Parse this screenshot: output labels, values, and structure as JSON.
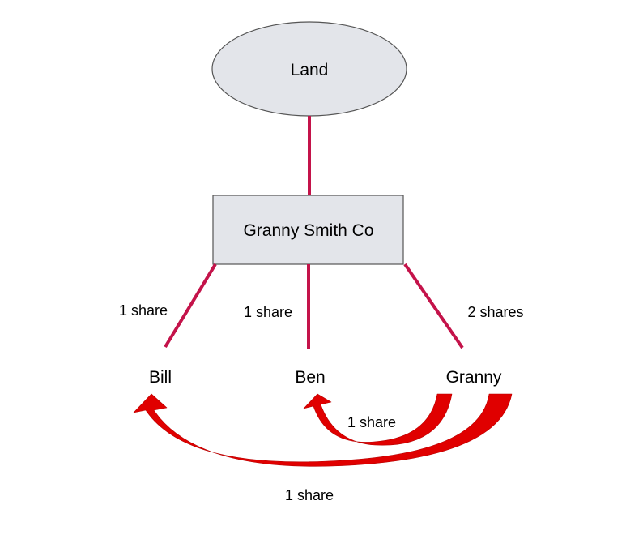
{
  "colors": {
    "background": "#ffffff",
    "node_fill": "#e3e5ea",
    "node_stroke": "#555555",
    "connector": "#c4134a",
    "arrow": "#e00000"
  },
  "nodes": {
    "land": "Land",
    "company": "Granny Smith Co"
  },
  "shareholders": {
    "bill": "Bill",
    "ben": "Ben",
    "granny": "Granny"
  },
  "holdings": {
    "bill": "1 share",
    "ben": "1 share",
    "granny": "2 shares"
  },
  "transfers": {
    "granny_to_ben": "1 share",
    "granny_to_bill": "1 share"
  }
}
